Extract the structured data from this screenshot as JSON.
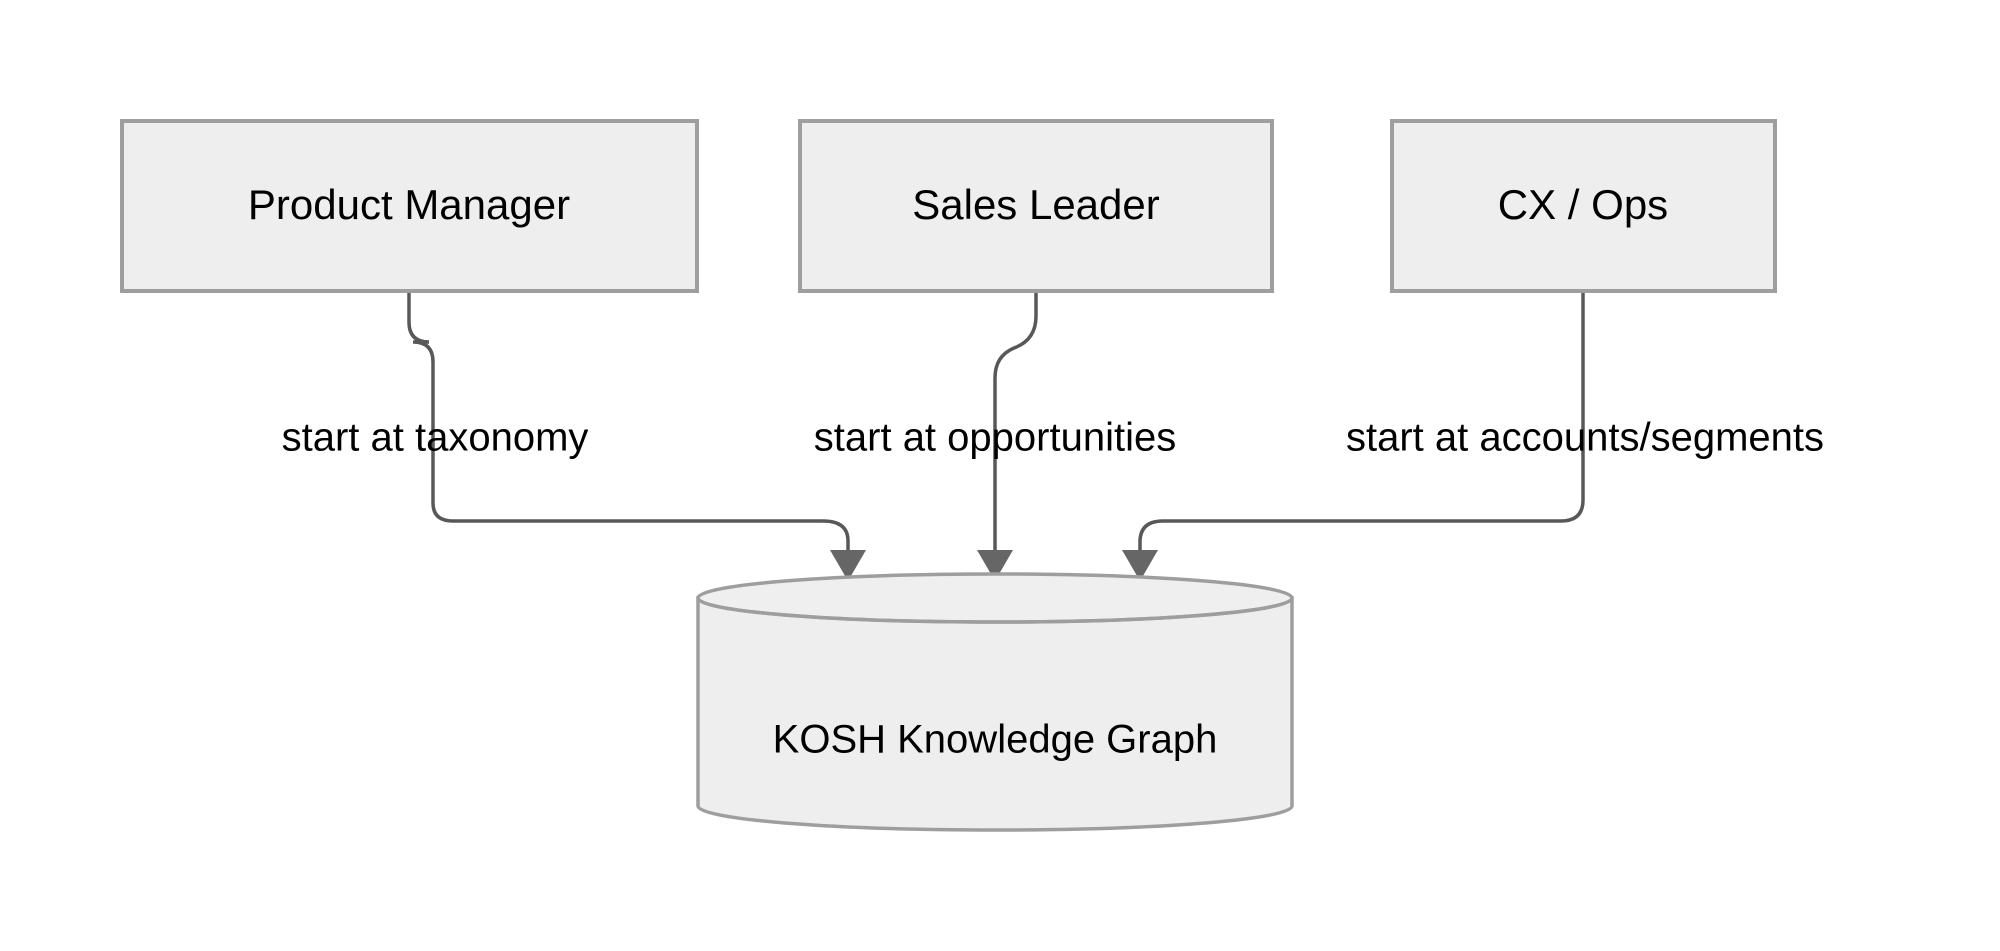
{
  "diagram": {
    "title": "KOSH Knowledge Graph entry points",
    "background_color": "#ffffff",
    "node_fill": "#EEEEEE",
    "node_stroke": "#9E9E9E",
    "edge_stroke": "#585858",
    "arrow_fill": "#666666",
    "text_color": "#000000",
    "nodes": [
      {
        "id": "product-manager",
        "label": "Product Manager",
        "shape": "rectangle"
      },
      {
        "id": "sales-leader",
        "label": "Sales Leader",
        "shape": "rectangle"
      },
      {
        "id": "cx-ops",
        "label": "CX / Ops",
        "shape": "rectangle"
      }
    ],
    "datastore": {
      "id": "kosh-knowledge-graph",
      "label": "KOSH Knowledge Graph",
      "shape": "cylinder"
    },
    "edges": [
      {
        "from": "product-manager",
        "to": "kosh-knowledge-graph",
        "label": "start at taxonomy"
      },
      {
        "from": "sales-leader",
        "to": "kosh-knowledge-graph",
        "label": "start at opportunities"
      },
      {
        "from": "cx-ops",
        "to": "kosh-knowledge-graph",
        "label": "start at accounts/segments"
      }
    ]
  }
}
